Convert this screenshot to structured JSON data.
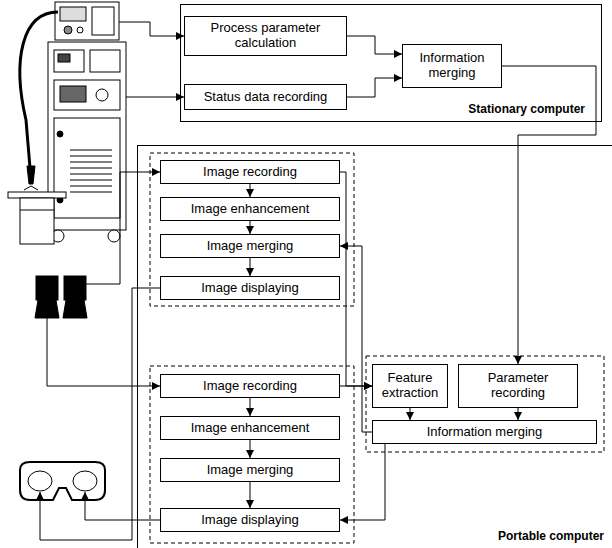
{
  "diagram": {
    "nodes": [
      {
        "text": [
          "Stationary computer"
        ]
      },
      {
        "text": [
          "Process parameter calculation"
        ],
        "in": 0
      },
      {
        "text": [
          "Status data recording"
        ],
        "in": 0
      },
      {
        "text": [
          "Information merging"
        ],
        "in": 0
      },
      {
        "text": [
          "Portable computer"
        ]
      },
      {
        "text": [
          "Image recording"
        ],
        "in": 4
      },
      {
        "text": [
          "Image enhancement"
        ],
        "in": 4
      },
      {
        "text": [
          "Image merging"
        ],
        "in": 4
      },
      {
        "text": [
          "Image displaying"
        ],
        "in": 4
      },
      {
        "text": [
          "Image recording"
        ],
        "in": 4
      },
      {
        "text": [
          "Image enhancement"
        ],
        "in": 4
      },
      {
        "text": [
          "Image merging"
        ],
        "in": 4
      },
      {
        "text": [
          "Image displaying"
        ],
        "in": 4
      },
      {
        "text": [
          "Feature extraction"
        ],
        "in": 4
      },
      {
        "text": [
          "Parameter recording"
        ],
        "in": 4
      },
      {
        "text": [
          "Information merging"
        ],
        "in": 4
      }
    ],
    "edges": [
      {
        "from": 1,
        "to": 3,
        "arrow": "to"
      },
      {
        "from": 2,
        "to": 3,
        "arrow": "to"
      },
      {
        "from": 3,
        "to": 14,
        "arrow": "to"
      },
      {
        "from": 5,
        "to": 6,
        "arrow": "to"
      },
      {
        "from": 6,
        "to": 7,
        "arrow": "to"
      },
      {
        "from": 7,
        "to": 8,
        "arrow": "to"
      },
      {
        "from": 9,
        "to": 10,
        "arrow": "to"
      },
      {
        "from": 10,
        "to": 11,
        "arrow": "to"
      },
      {
        "from": 11,
        "to": 12,
        "arrow": "to"
      },
      {
        "from": 5,
        "to": 13,
        "arrow": "to"
      },
      {
        "from": 9,
        "to": 13,
        "arrow": "to"
      },
      {
        "from": 13,
        "to": 15,
        "arrow": "to"
      },
      {
        "from": 14,
        "to": 15,
        "arrow": "to"
      },
      {
        "from": 15,
        "to": 7,
        "arrow": "to"
      },
      {
        "from": 15,
        "to": 12,
        "arrow": "to"
      }
    ]
  }
}
